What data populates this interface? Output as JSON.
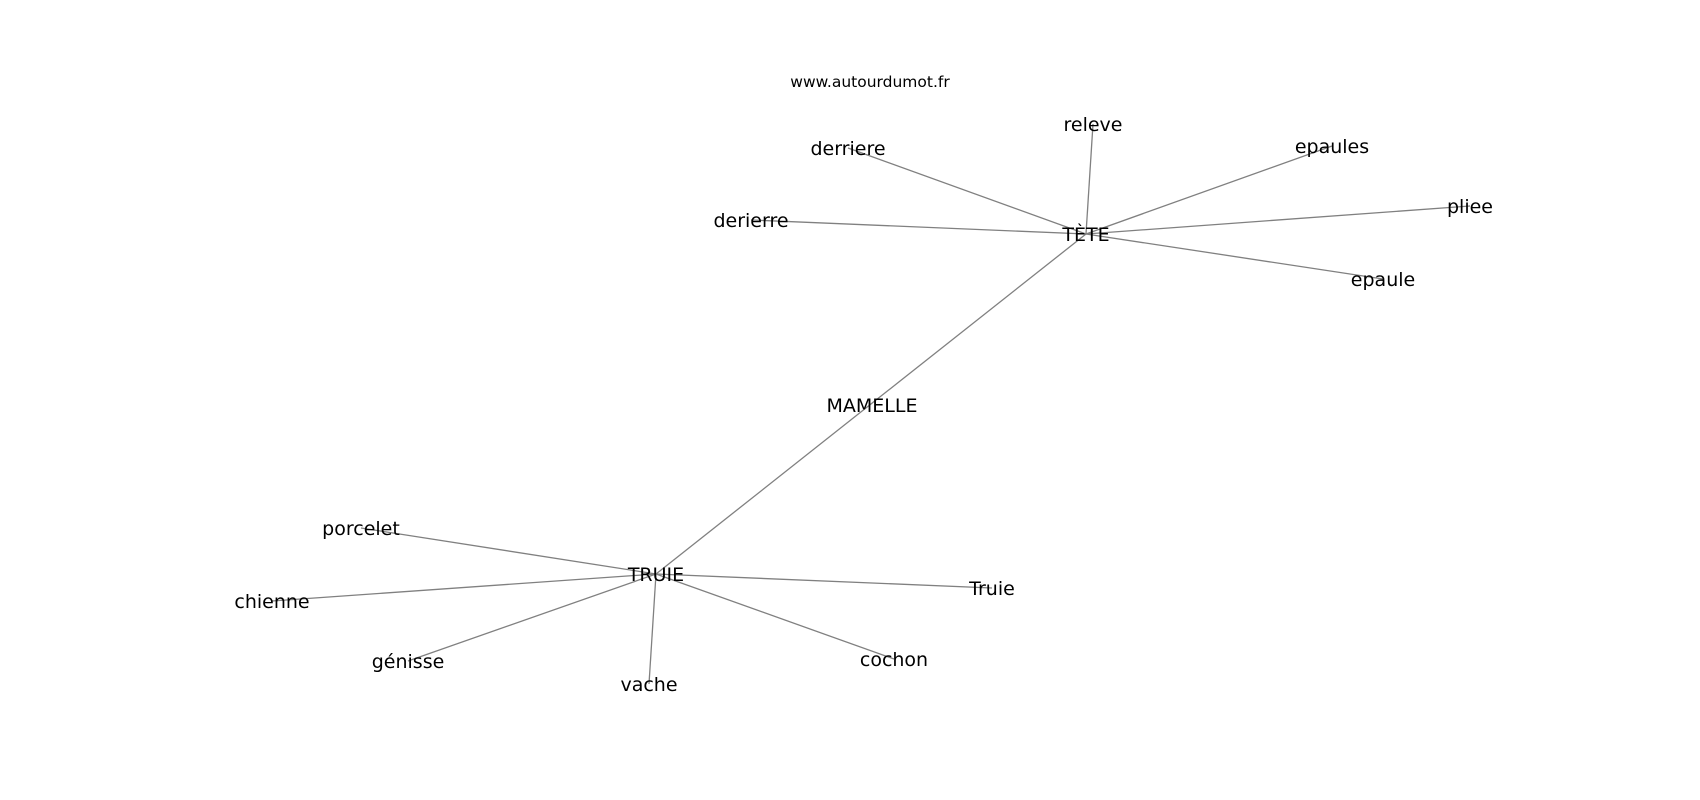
{
  "watermark": "www.autourdumot.fr",
  "graph": {
    "center": "MAMELLE",
    "hubs": [
      "TÈTE",
      "TRUIE"
    ],
    "nodes": [
      "MAMELLE",
      "TÈTE",
      "TRUIE",
      "derriere",
      "releve",
      "epaules",
      "derierre",
      "pliee",
      "epaule",
      "porcelet",
      "chienne",
      "génisse",
      "vache",
      "cochon",
      "Truie"
    ],
    "edges": [
      [
        "TÈTE",
        "TRUIE"
      ],
      [
        "TÈTE",
        "derriere"
      ],
      [
        "TÈTE",
        "releve"
      ],
      [
        "TÈTE",
        "epaules"
      ],
      [
        "TÈTE",
        "derierre"
      ],
      [
        "TÈTE",
        "pliee"
      ],
      [
        "TÈTE",
        "epaule"
      ],
      [
        "TRUIE",
        "porcelet"
      ],
      [
        "TRUIE",
        "chienne"
      ],
      [
        "TRUIE",
        "génisse"
      ],
      [
        "TRUIE",
        "vache"
      ],
      [
        "TRUIE",
        "cochon"
      ],
      [
        "TRUIE",
        "Truie"
      ]
    ]
  },
  "colors": {
    "edge": "#808080",
    "text": "#000000",
    "background": "#ffffff"
  }
}
